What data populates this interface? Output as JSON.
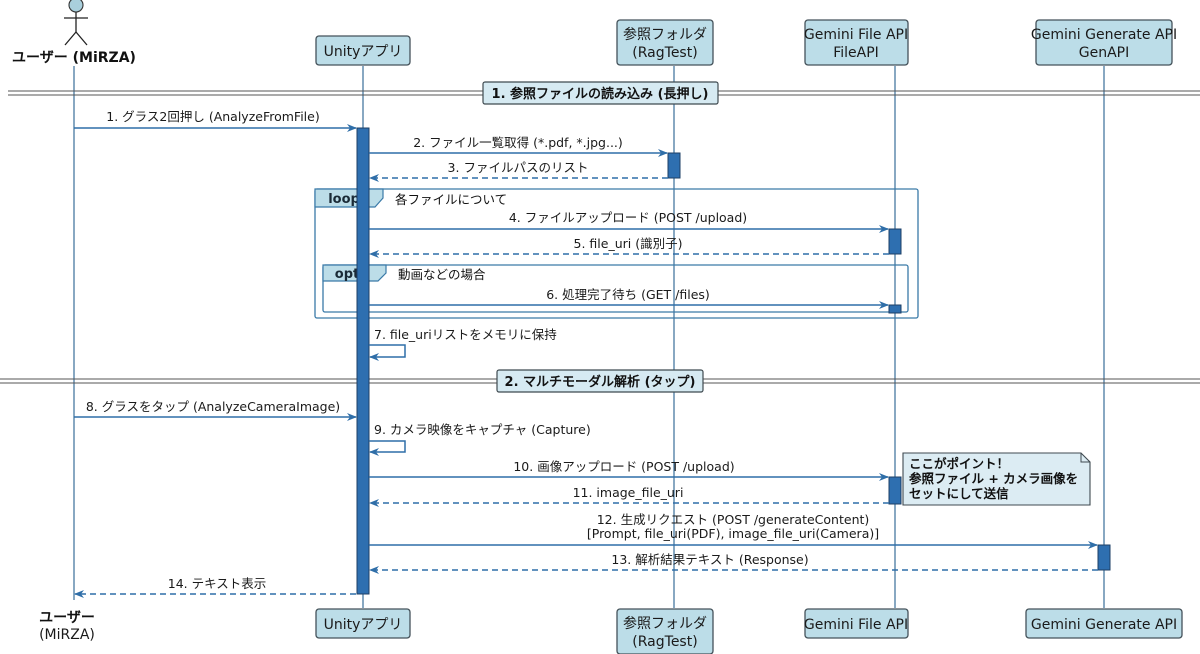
{
  "participants": [
    {
      "id": "user",
      "type": "actor",
      "top_lines": [
        "ユーザー (MiRZA)"
      ],
      "bottom_lines": [
        "ユーザー",
        "(MiRZA)"
      ]
    },
    {
      "id": "unity",
      "type": "box",
      "top_lines": [
        "Unityアプリ"
      ],
      "bottom_lines": [
        "Unityアプリ"
      ]
    },
    {
      "id": "ragtest",
      "type": "box",
      "top_lines": [
        "参照フォルダ",
        "(RagTest)"
      ],
      "bottom_lines": [
        "参照フォルダ",
        "(RagTest)"
      ]
    },
    {
      "id": "fileapi",
      "type": "box",
      "top_lines": [
        "Gemini File API",
        "FileAPI"
      ],
      "bottom_lines": [
        "Gemini File API"
      ]
    },
    {
      "id": "genapi",
      "type": "box",
      "top_lines": [
        "Gemini Generate API",
        "GenAPI"
      ],
      "bottom_lines": [
        "Gemini Generate API"
      ]
    }
  ],
  "sections": [
    {
      "label": "1. 参照ファイルの読み込み (長押し)"
    },
    {
      "label": "2. マルチモーダル解析 (タップ)"
    }
  ],
  "frames": [
    {
      "kind": "loop",
      "condition": "各ファイルについて"
    },
    {
      "kind": "opt",
      "condition": "動画などの場合"
    }
  ],
  "messages": [
    {
      "n": 1,
      "from": "user",
      "to": "unity",
      "style": "solid",
      "lines": [
        "1. グラス2回押し (AnalyzeFromFile)"
      ]
    },
    {
      "n": 2,
      "from": "unity",
      "to": "ragtest",
      "style": "solid",
      "lines": [
        "2. ファイル一覧取得 (*.pdf, *.jpg...)"
      ]
    },
    {
      "n": 3,
      "from": "ragtest",
      "to": "unity",
      "style": "dashed",
      "lines": [
        "3. ファイルパスのリスト"
      ]
    },
    {
      "n": 4,
      "from": "unity",
      "to": "fileapi",
      "style": "solid",
      "lines": [
        "4. ファイルアップロード (POST /upload)"
      ]
    },
    {
      "n": 5,
      "from": "fileapi",
      "to": "unity",
      "style": "dashed",
      "lines": [
        "5. file_uri (識別子)"
      ]
    },
    {
      "n": 6,
      "from": "unity",
      "to": "fileapi",
      "style": "solid",
      "lines": [
        "6. 処理完了待ち (GET /files)"
      ]
    },
    {
      "n": 7,
      "from": "unity",
      "to": "unity",
      "style": "self",
      "lines": [
        "7. file_uriリストをメモリに保持"
      ]
    },
    {
      "n": 8,
      "from": "user",
      "to": "unity",
      "style": "solid",
      "lines": [
        "8. グラスをタップ (AnalyzeCameraImage)"
      ]
    },
    {
      "n": 9,
      "from": "unity",
      "to": "unity",
      "style": "self",
      "lines": [
        "9. カメラ映像をキャプチャ (Capture)"
      ]
    },
    {
      "n": 10,
      "from": "unity",
      "to": "fileapi",
      "style": "solid",
      "lines": [
        "10. 画像アップロード (POST /upload)"
      ]
    },
    {
      "n": 11,
      "from": "fileapi",
      "to": "unity",
      "style": "dashed",
      "lines": [
        "11. image_file_uri"
      ]
    },
    {
      "n": 12,
      "from": "unity",
      "to": "genapi",
      "style": "solid",
      "lines": [
        "12. 生成リクエスト (POST /generateContent)",
        "[Prompt, file_uri(PDF), image_file_uri(Camera)]"
      ]
    },
    {
      "n": 13,
      "from": "genapi",
      "to": "unity",
      "style": "dashed",
      "lines": [
        "13. 解析結果テキスト (Response)"
      ]
    },
    {
      "n": 14,
      "from": "unity",
      "to": "user",
      "style": "dashed",
      "lines": [
        "14. テキスト表示"
      ]
    }
  ],
  "note": {
    "lines": [
      "ここがポイント！",
      "参照ファイル + カメラ画像を",
      "セットにして送信"
    ]
  },
  "colors": {
    "participant_fill": "#bcdde8",
    "activation": "#2e6fb0",
    "arrow": "#2f6ea8",
    "note_fill": "#dcecf3"
  }
}
